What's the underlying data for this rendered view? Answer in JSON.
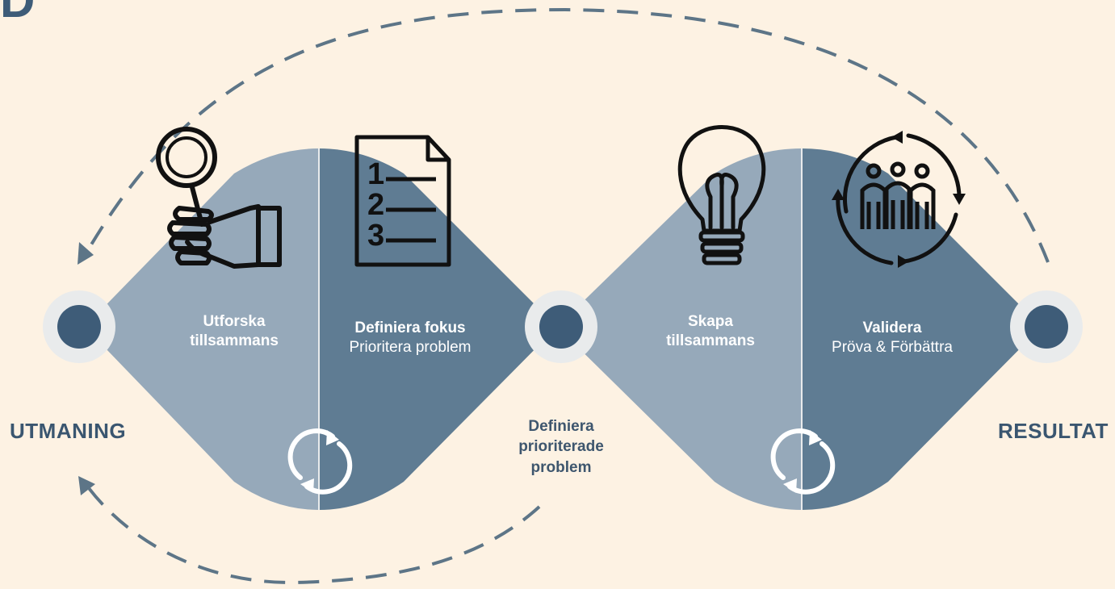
{
  "header": {
    "partial_title": "D"
  },
  "start": {
    "label": "UTMANING"
  },
  "end": {
    "label": "RESULTAT"
  },
  "phases": [
    {
      "title": "Utforska",
      "title2": "tillsammans",
      "icon": "magnifier-hand-icon"
    },
    {
      "title": "Definiera fokus",
      "subtitle": "Prioritera problem",
      "icon": "numbered-list-document-icon"
    },
    {
      "title": "Skapa",
      "title2": "tillsammans",
      "icon": "lightbulb-icon"
    },
    {
      "title": "Validera",
      "subtitle": "Pröva & Förbättra",
      "icon": "people-cycle-icon"
    }
  ],
  "midpoint": {
    "line1": "Definiera",
    "line2": "prioriterade",
    "line3": "problem"
  },
  "colors": {
    "background": "#fdf2e3",
    "diamond_light": "#96a9ba",
    "diamond_dark": "#5f7c93",
    "node_ring": "#e9ebec",
    "node_fill": "#3e5c78",
    "arrow": "#5d7587",
    "label": "#3e566e"
  }
}
